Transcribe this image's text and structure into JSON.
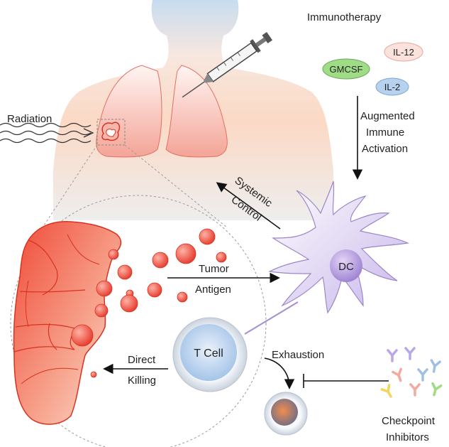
{
  "labels": {
    "immunotherapy": "Immunotherapy",
    "gmcsf": "GMCSF",
    "il12": "IL-12",
    "il2": "IL-2",
    "augmented": "Augmented",
    "immune": "Immune",
    "activation": "Activation",
    "radiation": "Radiation",
    "systemic": "Systemic",
    "control": "Control",
    "dc": "DC",
    "tumor": "Tumor",
    "antigen": "Antigen",
    "tcell": "T Cell",
    "direct": "Direct",
    "killing": "Killing",
    "exhaustion": "Exhaustion",
    "checkpoint": "Checkpoint",
    "inhibitors": "Inhibitors"
  },
  "colors": {
    "tumor_red": "#e8463a",
    "gmcsf_green": "#8fd37a",
    "il12_pink": "#f6c7c0",
    "il2_blue": "#9cc0e6",
    "dc_purple": "#d7c7ee",
    "tcell_blue": "#bcd4f1"
  }
}
